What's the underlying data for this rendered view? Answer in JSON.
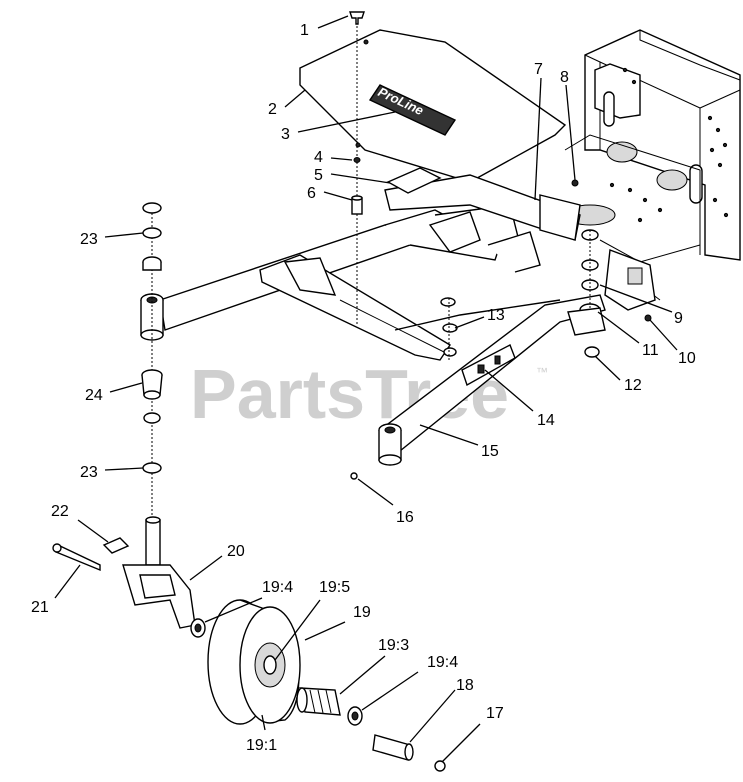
{
  "watermark": {
    "text": "PartsTree",
    "trademark": "™"
  },
  "shield_logo": "ProLine",
  "callouts": [
    "1",
    "2",
    "3",
    "4",
    "5",
    "6",
    "7",
    "8",
    "9",
    "10",
    "11",
    "12",
    "13",
    "14",
    "15",
    "16",
    "17",
    "18",
    "19",
    "19:1",
    "19:3",
    "19:4",
    "19:4",
    "19:5",
    "20",
    "21",
    "22",
    "23",
    "23",
    "24"
  ]
}
